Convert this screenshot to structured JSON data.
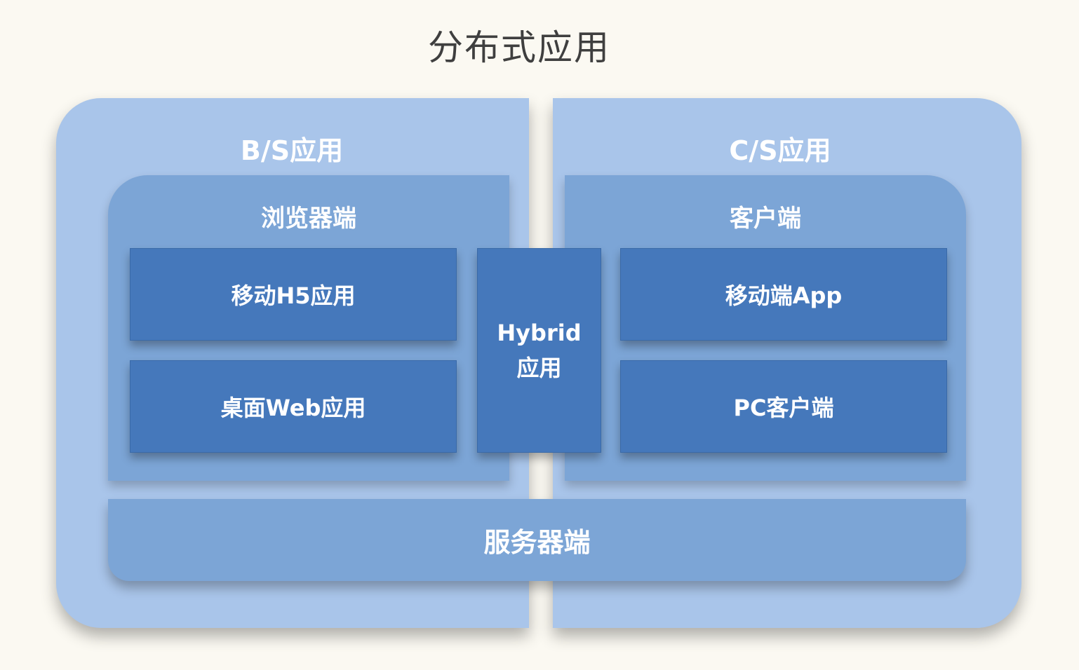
{
  "title": "分布式应用",
  "bs": {
    "label": "B/S应用",
    "browser": {
      "label": "浏览器端",
      "items": [
        "移动H5应用",
        "桌面Web应用"
      ]
    }
  },
  "cs": {
    "label": "C/S应用",
    "client": {
      "label": "客户端",
      "items": [
        "移动端App",
        "PC客户端"
      ]
    }
  },
  "hybrid": {
    "line1": "Hybrid",
    "line2": "应用"
  },
  "server": {
    "label": "服务器端"
  },
  "colors": {
    "background": "#fbf9f2",
    "outer": "#a9c5ea",
    "inner": "#7ca5d6",
    "box": "#4578bb",
    "text": "#ffffff",
    "title": "#3f3f3f"
  }
}
